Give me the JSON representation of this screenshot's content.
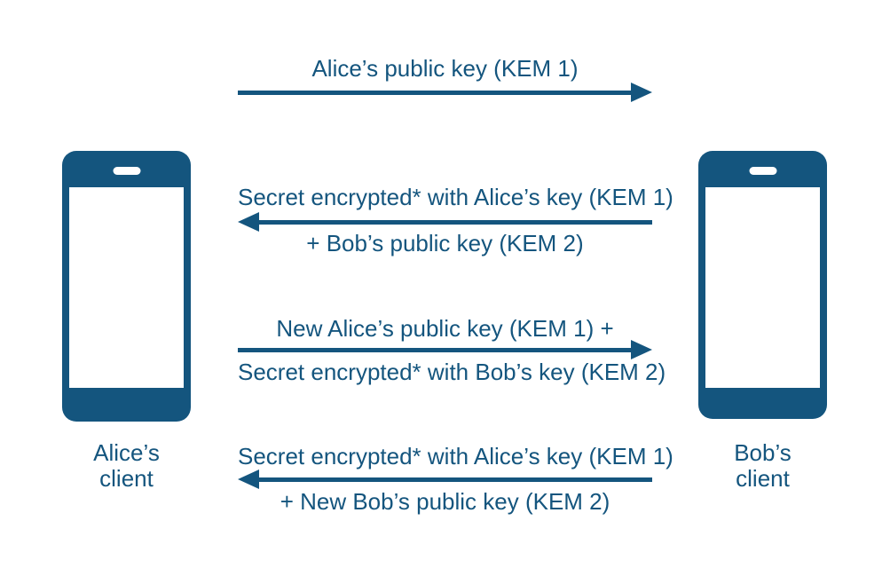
{
  "diagram": {
    "accent_color": "#14557E",
    "background_color": "#FFFFFF"
  },
  "actors": [
    {
      "id": "alice",
      "icon": "smartphone-icon",
      "label_lines": [
        "Alice’s",
        "client"
      ]
    },
    {
      "id": "bob",
      "icon": "smartphone-icon",
      "label_lines": [
        "Bob’s",
        "client"
      ]
    }
  ],
  "messages": [
    {
      "direction": "right",
      "text_above": "Alice’s public key (KEM 1)",
      "text_below": ""
    },
    {
      "direction": "left",
      "text_above": "Secret encrypted* with Alice’s key (KEM 1)",
      "text_below": "+ Bob’s public key (KEM 2)"
    },
    {
      "direction": "right",
      "text_above": "New Alice’s public key (KEM 1) +",
      "text_below": "Secret encrypted* with Bob’s key (KEM 2)"
    },
    {
      "direction": "left",
      "text_above": "Secret encrypted* with Alice’s key (KEM 1)",
      "text_below": "+ New Bob’s public key (KEM 2)"
    }
  ]
}
